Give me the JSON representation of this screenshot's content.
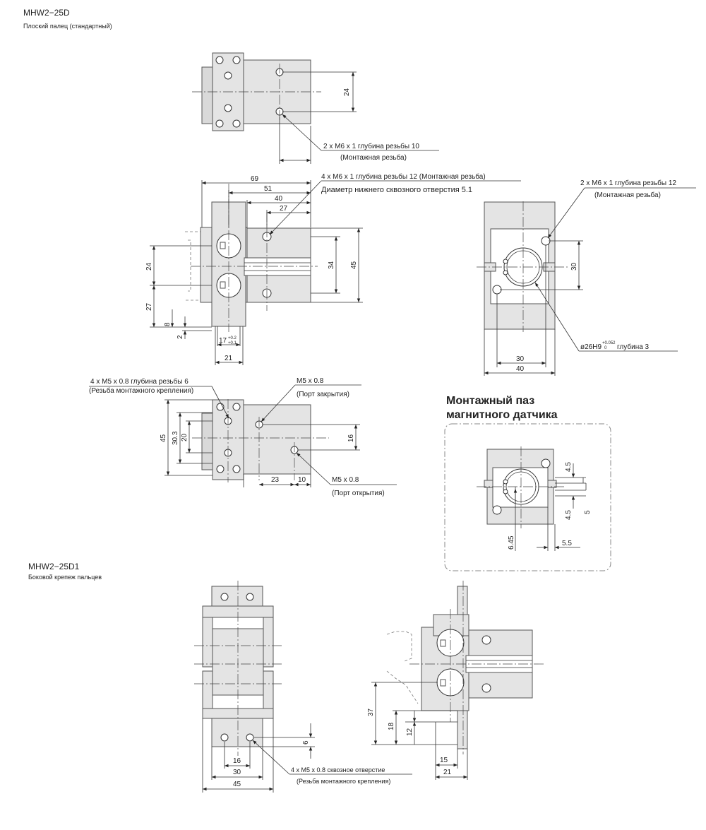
{
  "sections": {
    "model_d": {
      "title": "MHW2−25D",
      "subtitle": "Плоский палец (стандартный)"
    },
    "model_d1": {
      "title": "MHW2−25D1",
      "subtitle": "Боковой крепеж пальцев"
    },
    "magnet_slot": {
      "heading_line1": "Монтажный паз",
      "heading_line2": "магнитного датчика"
    }
  },
  "callouts": {
    "top_thread": "2 x M6 x 1 глубина резьбы 10",
    "top_thread_note": "(Монтажная резьба)",
    "side_thread": "4 x M6 x 1 глубина резьбы 12 (Монтажная резьба)",
    "side_thread_note": "Диаметр нижнего сквозного отверстия 5.1",
    "right_thread": "2 x M6 x 1 глубина резьбы 12",
    "right_thread_note": "(Монтажная резьба)",
    "bore": "ø26H9",
    "bore_tol_up": "+0.052",
    "bore_tol_low": "0",
    "bore_depth": "глубина 3",
    "mount_thread": "4 x M5 x 0.8 глубина резьбы 6",
    "mount_thread_note": "(Резьба монтажного крепления)",
    "close_port": "M5 x 0.8",
    "close_port_note": "(Порт закрытия)",
    "open_port": "M5 x 0.8",
    "open_port_note": "(Порт открытия)",
    "d1_thread": "4 x M5 x 0.8 сквозное отверстие",
    "d1_thread_note": "(Резьба монтажного крепления)"
  },
  "dims": {
    "top_24": "24",
    "s_69": "69",
    "s_51": "51",
    "s_40": "40",
    "s_27": "27",
    "s_24": "24",
    "s_27v": "27",
    "s_8": "8",
    "s_2": "2",
    "s_34": "34",
    "s_45": "45",
    "s_17": "17",
    "s_17_up": "+0.2",
    "s_17_low": "+0.1",
    "s_21": "21",
    "r_30v": "30",
    "r_30": "30",
    "r_40": "40",
    "b_45": "45",
    "b_303": "30.3",
    "b_20": "20",
    "b_16": "16",
    "b_23": "23",
    "b_10": "10",
    "m_45a": "4.5",
    "m_5": "5",
    "m_45b": "4.5",
    "m_645": "6.45",
    "m_55": "5.5",
    "d1_6": "6",
    "d1_16": "16",
    "d1_30": "30",
    "d1_45": "45",
    "d1_37": "37",
    "d1_18": "18",
    "d1_12": "12",
    "d1_15": "15",
    "d1_21": "21"
  }
}
